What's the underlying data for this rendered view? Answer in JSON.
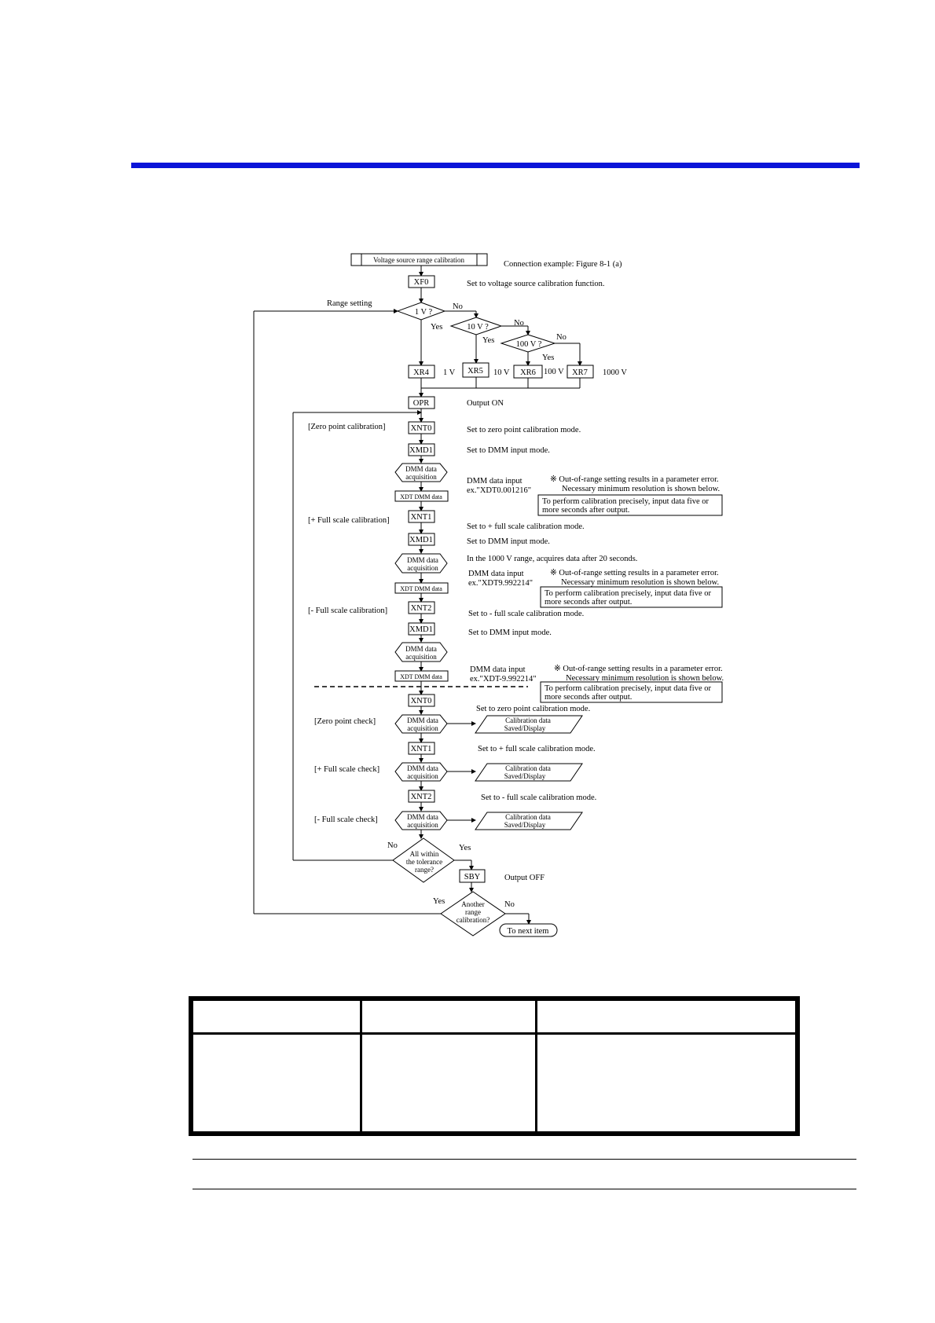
{
  "diagram": {
    "title": "Voltage source range calibration",
    "connection_note": "Connection example: Figure 8-1 (a)",
    "steps": {
      "xf0": "XF0",
      "xf0_note": "Set to voltage source calibration function.",
      "range_setting": "Range setting",
      "d1v": "1 V ?",
      "d10v": "10 V ?",
      "d100v": "100 V ?",
      "yes": "Yes",
      "no": "No",
      "xr4": "XR4",
      "xr5": "XR5",
      "xr6": "XR6",
      "xr7": "XR7",
      "r1v": "1 V",
      "r10v": "10 V",
      "r100v": "100 V",
      "r1000v": "1000 V",
      "opr": "OPR",
      "output_on": "Output ON",
      "zero_cal": "[Zero point calibration]",
      "plus_cal": "[+ Full scale calibration]",
      "minus_cal": "[- Full scale calibration]",
      "xnt0": "XNT0",
      "xnt1": "XNT1",
      "xnt2": "XNT2",
      "xmd1": "XMD1",
      "set_zero": "Set to zero point calibration mode.",
      "set_plus": "Set to + full scale calibration mode.",
      "set_minus": "Set to - full scale calibration mode.",
      "set_dmm": "Set to DMM input mode.",
      "dmm_acq_1": "DMM data",
      "dmm_acq_2": "acquisition",
      "xdt_dmm": "XDT DMM data",
      "dmm_input": "DMM data input",
      "ex_zero": "ex.\"XDT0.001216\"",
      "ex_plus": "ex.\"XDT9.992214\"",
      "ex_minus": "ex.\"XDT-9.992214\"",
      "oor_1": "※ Out-of-range setting results in a parameter error.",
      "oor_2": "Necessary minimum resolution is shown below.",
      "precise_1": "To perform calibration precisely, input data five or",
      "precise_2": "more seconds after output.",
      "range_1000_note": "In the 1000 V range, acquires data after 20   seconds.",
      "zero_check": "[Zero point check]",
      "plus_check": "[+ Full scale check]",
      "minus_check": "[- Full scale check]",
      "cal_data_1": "Calibration data",
      "cal_data_2": "Saved/Display",
      "tol_1": "All within",
      "tol_2": "the tolerance",
      "tol_3": "range?",
      "sby": "SBY",
      "output_off": "Output OFF",
      "another_1": "Another",
      "another_2": "range",
      "another_3": "calibration?",
      "next_item": "To next item"
    }
  },
  "table": {
    "headers": [
      "",
      "",
      ""
    ],
    "rows": [
      [
        "",
        "",
        ""
      ]
    ]
  }
}
